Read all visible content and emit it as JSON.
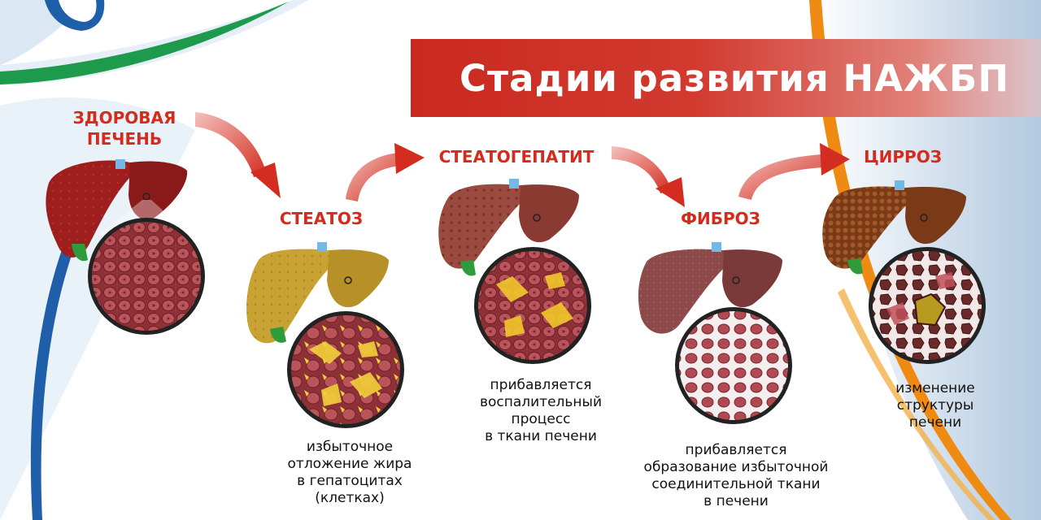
{
  "title": "Стадии развития НАЖБП",
  "stages": [
    {
      "label_lines": [
        "ЗДОРОВАЯ",
        "ПЕЧЕНЬ"
      ],
      "description_lines": []
    },
    {
      "label_lines": [
        "СТЕАТОЗ"
      ],
      "description_lines": [
        "избыточное",
        "отложение жира",
        "в гепатоцитах",
        "(клетках)"
      ]
    },
    {
      "label_lines": [
        "СТЕАТОГЕПАТИТ"
      ],
      "description_lines": [
        "прибавляется",
        "воспалительный",
        "процесс",
        "в ткани печени"
      ]
    },
    {
      "label_lines": [
        "ФИБРОЗ"
      ],
      "description_lines": [
        "прибавляется",
        "образование избыточной",
        "соединительной ткани",
        "в печени"
      ]
    },
    {
      "label_lines": [
        "ЦИРРОЗ"
      ],
      "description_lines": [
        "изменение",
        "структуры",
        "печени"
      ]
    }
  ],
  "colors": {
    "title_bar": "#c9291f",
    "stage_label": "#d62a1c",
    "arrow": "#d23a2f",
    "healthy_liver": "#9e1e1e",
    "steatosis_liver": "#c8a232",
    "steatohepatitis_liver": "#9a4a3e",
    "fibrosis_liver": "#8c4a4a",
    "cirrhosis_liver": "#8a4a22"
  }
}
